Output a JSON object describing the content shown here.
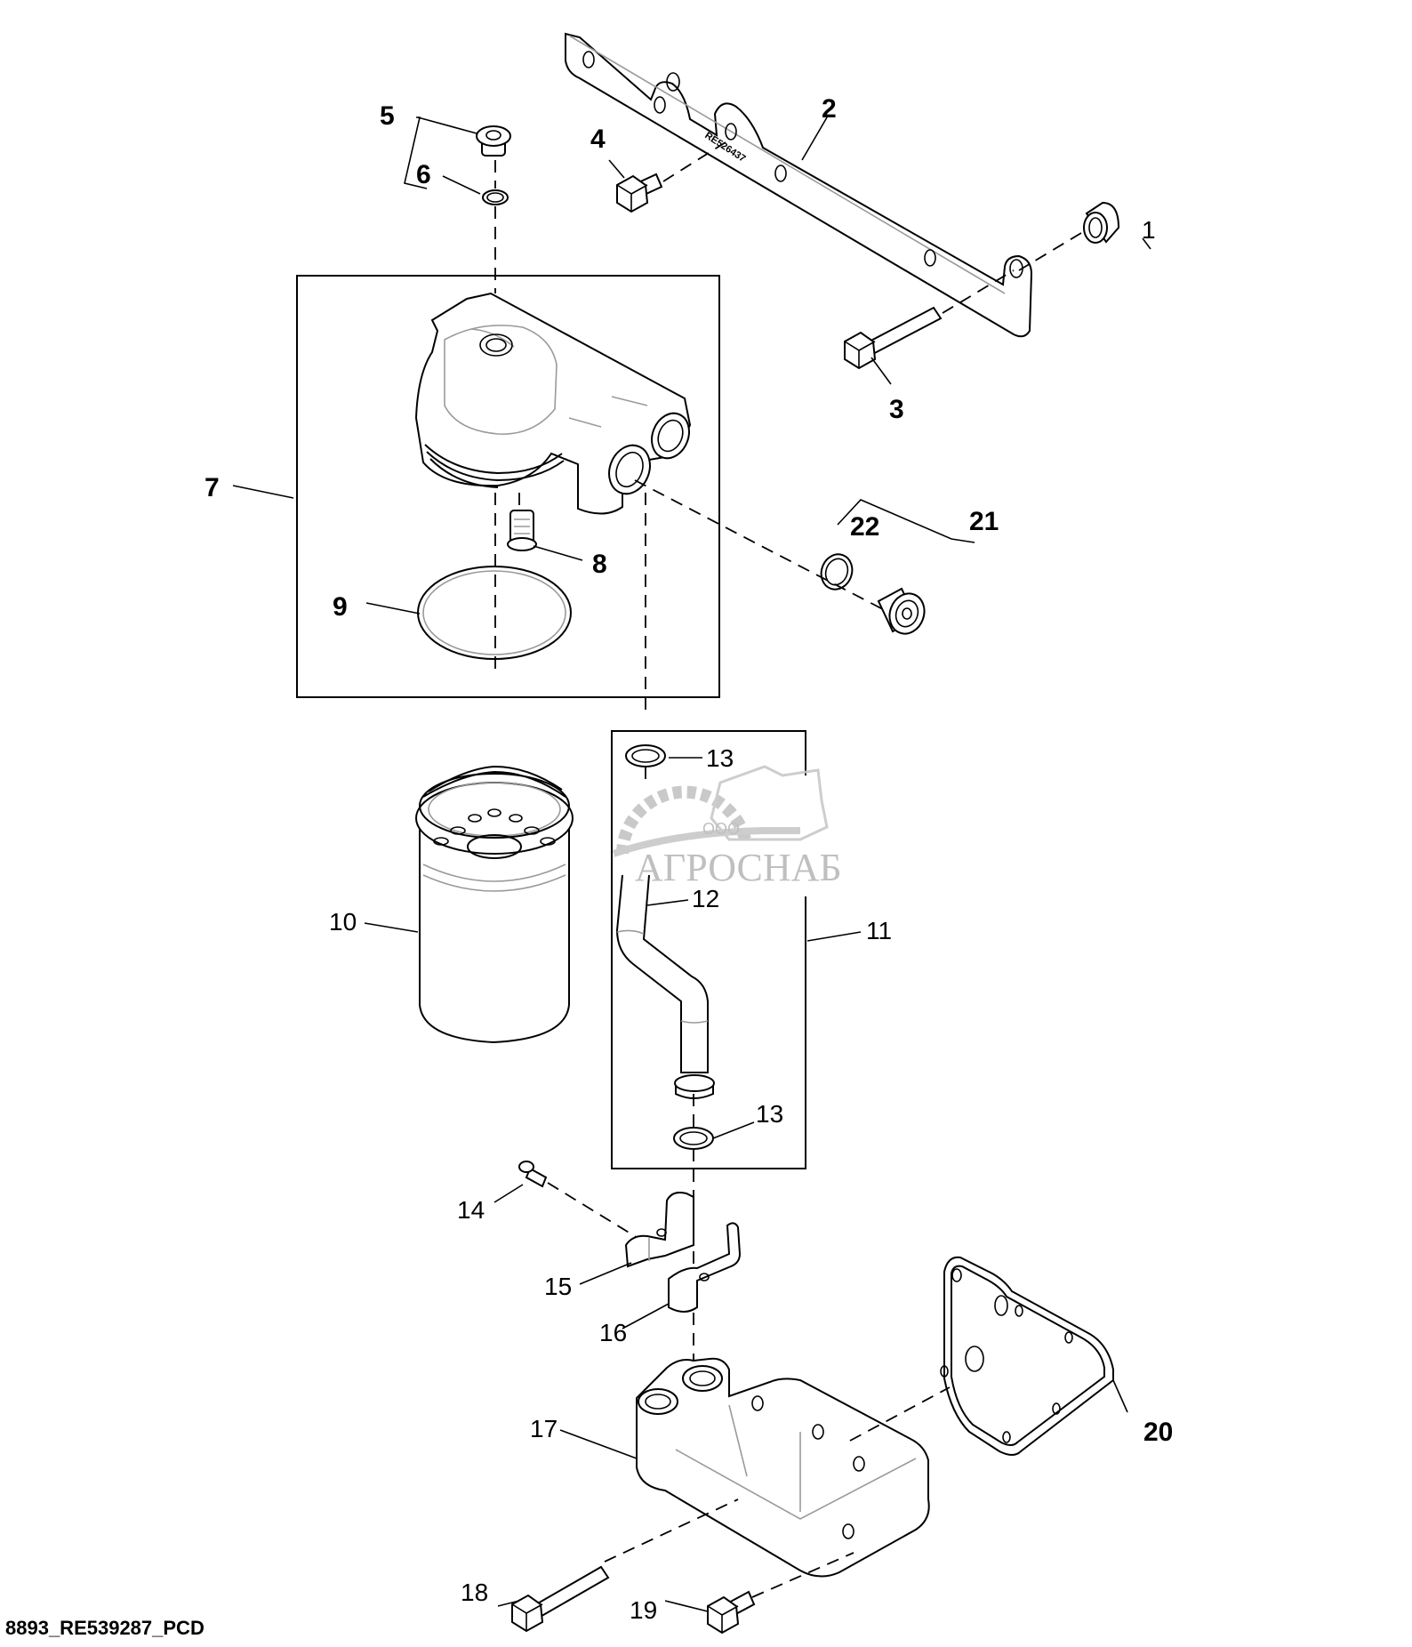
{
  "figure_id": "8893_RE539287_PCD",
  "bracket_part_stamp": "RE526437",
  "watermark": {
    "prefix": "ООО",
    "name": "АГРОСНАБ"
  },
  "callouts": {
    "c1": "1",
    "c2": "2",
    "c3": "3",
    "c4": "4",
    "c5": "5",
    "c6": "6",
    "c7": "7",
    "c8": "8",
    "c9": "9",
    "c10": "10",
    "c11": "11",
    "c12": "12",
    "c13a": "13",
    "c13b": "13",
    "c14": "14",
    "c15": "15",
    "c16": "16",
    "c17": "17",
    "c18": "18",
    "c19": "19",
    "c20": "20",
    "c21": "21",
    "c22": "22"
  },
  "colors": {
    "line": "#000000",
    "shade": "#9a9a9a",
    "watermark": "#b9b9b9",
    "background": "#ffffff"
  }
}
